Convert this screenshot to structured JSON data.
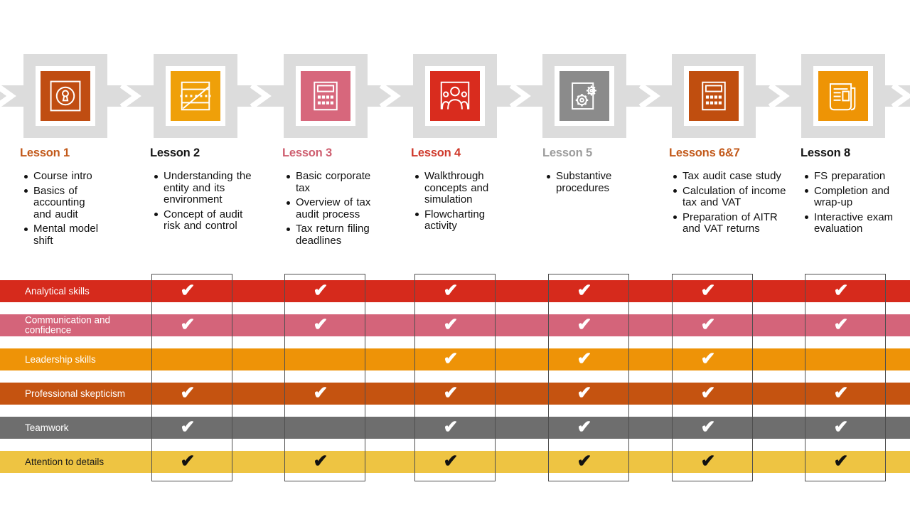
{
  "slide": {
    "lessons": [
      {
        "title": "Lesson 1",
        "title_color": "#c2591a",
        "icon": "vault-lock-icon",
        "icon_color": "#c04d12",
        "bullets": [
          "Course intro",
          "Basics of accounting and audit",
          "Mental model shift"
        ]
      },
      {
        "title": "Lesson 2",
        "title_color": "#141414",
        "icon": "ledger-chart-icon",
        "icon_color": "#efa009",
        "bullets": [
          "Understanding the entity and its environment",
          "Concept of audit risk and control"
        ]
      },
      {
        "title": "Lesson 3",
        "title_color": "#ce5e6f",
        "icon": "calculator-icon",
        "icon_color": "#d7677c",
        "bullets": [
          "Basic corporate tax",
          "Overview of tax audit process",
          "Tax return filing deadlines"
        ]
      },
      {
        "title": "Lesson 4",
        "title_color": "#cf392b",
        "icon": "meeting-people-icon",
        "icon_color": "#d92c1e",
        "bullets": [
          "Walkthrough concepts and simulation",
          "Flowcharting activity"
        ]
      },
      {
        "title": "Lesson 5",
        "title_color": "#9c9c9c",
        "icon": "gears-document-icon",
        "icon_color": "#8b8b8b",
        "bullets": [
          "Substantive procedures"
        ]
      },
      {
        "title": "Lessons 6&7",
        "title_color": "#c2591a",
        "icon": "calculator-icon",
        "icon_color": "#c04e0f",
        "bullets": [
          "Tax audit case study",
          "Calculation of income tax and VAT",
          "Preparation of AITR and VAT returns"
        ]
      },
      {
        "title": "Lesson 8",
        "title_color": "#141414",
        "icon": "news-report-icon",
        "icon_color": "#ee9405",
        "bullets": [
          "FS preparation",
          "Completion and wrap-up",
          "Interactive exam evaluation"
        ]
      }
    ],
    "skills_matrix": {
      "check_glyph": "✔",
      "rows": [
        {
          "label": "Analytical skills",
          "color": "#d62a1c",
          "text_color": "#ffffff",
          "check_color": "#ffffff",
          "checks": [
            true,
            true,
            true,
            true,
            true,
            true
          ]
        },
        {
          "label": "Communication and confidence",
          "color": "#d4647a",
          "text_color": "#ffffff",
          "check_color": "#ffffff",
          "checks": [
            true,
            true,
            true,
            true,
            true,
            true
          ]
        },
        {
          "label": "Leadership skills",
          "color": "#ee9307",
          "text_color": "#ffffff",
          "check_color": "#ffffff",
          "checks": [
            false,
            false,
            true,
            true,
            true,
            false
          ]
        },
        {
          "label": "Professional skepticism",
          "color": "#c55310",
          "text_color": "#ffffff",
          "check_color": "#ffffff",
          "checks": [
            true,
            true,
            true,
            true,
            true,
            true
          ]
        },
        {
          "label": "Teamwork",
          "color": "#6e6e6e",
          "text_color": "#ffffff",
          "check_color": "#ffffff",
          "checks": [
            true,
            false,
            true,
            true,
            true,
            true
          ]
        },
        {
          "label": "Attention to details",
          "color": "#eec442",
          "text_color": "#1a1a1a",
          "check_color": "#111111",
          "checks": [
            true,
            true,
            true,
            true,
            true,
            true
          ]
        }
      ]
    }
  }
}
